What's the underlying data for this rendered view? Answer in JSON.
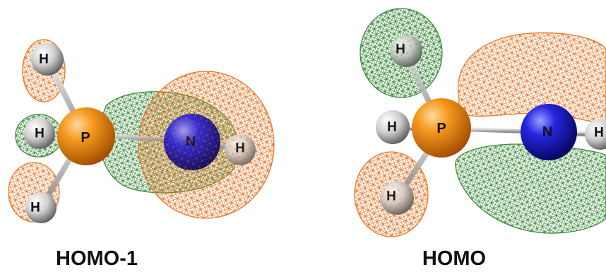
{
  "panels": [
    {
      "caption": "HOMO-1",
      "atoms": {
        "p": "P",
        "n": "N",
        "h_top": "H",
        "h_mid": "H",
        "h_bottom": "H",
        "h_n": "H"
      }
    },
    {
      "caption": "HOMO",
      "atoms": {
        "p": "P",
        "n": "N",
        "h_top": "H",
        "h_mid": "H",
        "h_bottom": "H",
        "h_n": "H"
      }
    }
  ],
  "colors": {
    "lobe_orange": "#e8782a",
    "lobe_green": "#3c8c3c",
    "phosphorus": "#f08a0a",
    "nitrogen": "#1a1ad0",
    "hydrogen": "#d8d8d8",
    "bond": "#b5b5b5"
  }
}
